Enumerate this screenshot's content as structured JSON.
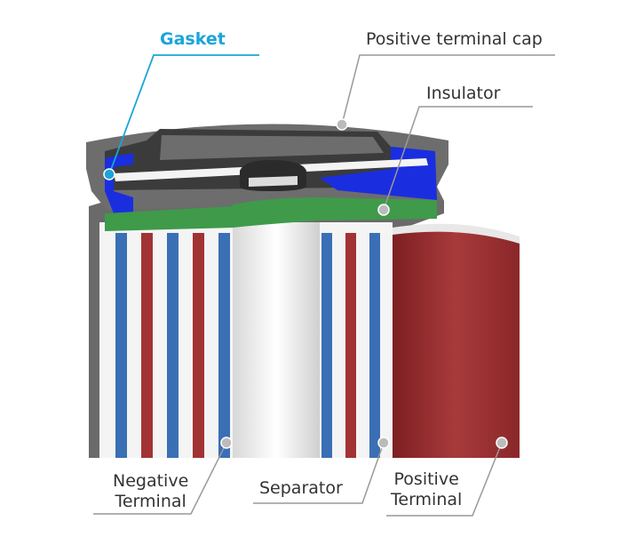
{
  "labels": {
    "gasket": "Gasket",
    "positive_terminal_cap": "Positive terminal cap",
    "insulator": "Insulator",
    "negative_terminal_line1": "Negative",
    "negative_terminal_line2": "Terminal",
    "separator": "Separator",
    "positive_terminal_line1": "Positive",
    "positive_terminal_line2": "Terminal"
  },
  "colors": {
    "gasket": "#1a2ee0",
    "insulator": "#3f9a4a",
    "positive": "#a23334",
    "negative": "#3a6fb5",
    "separator": "#f2f2f2",
    "casing": "#6e6e6e",
    "gasket_label": "#1aa5d8"
  }
}
